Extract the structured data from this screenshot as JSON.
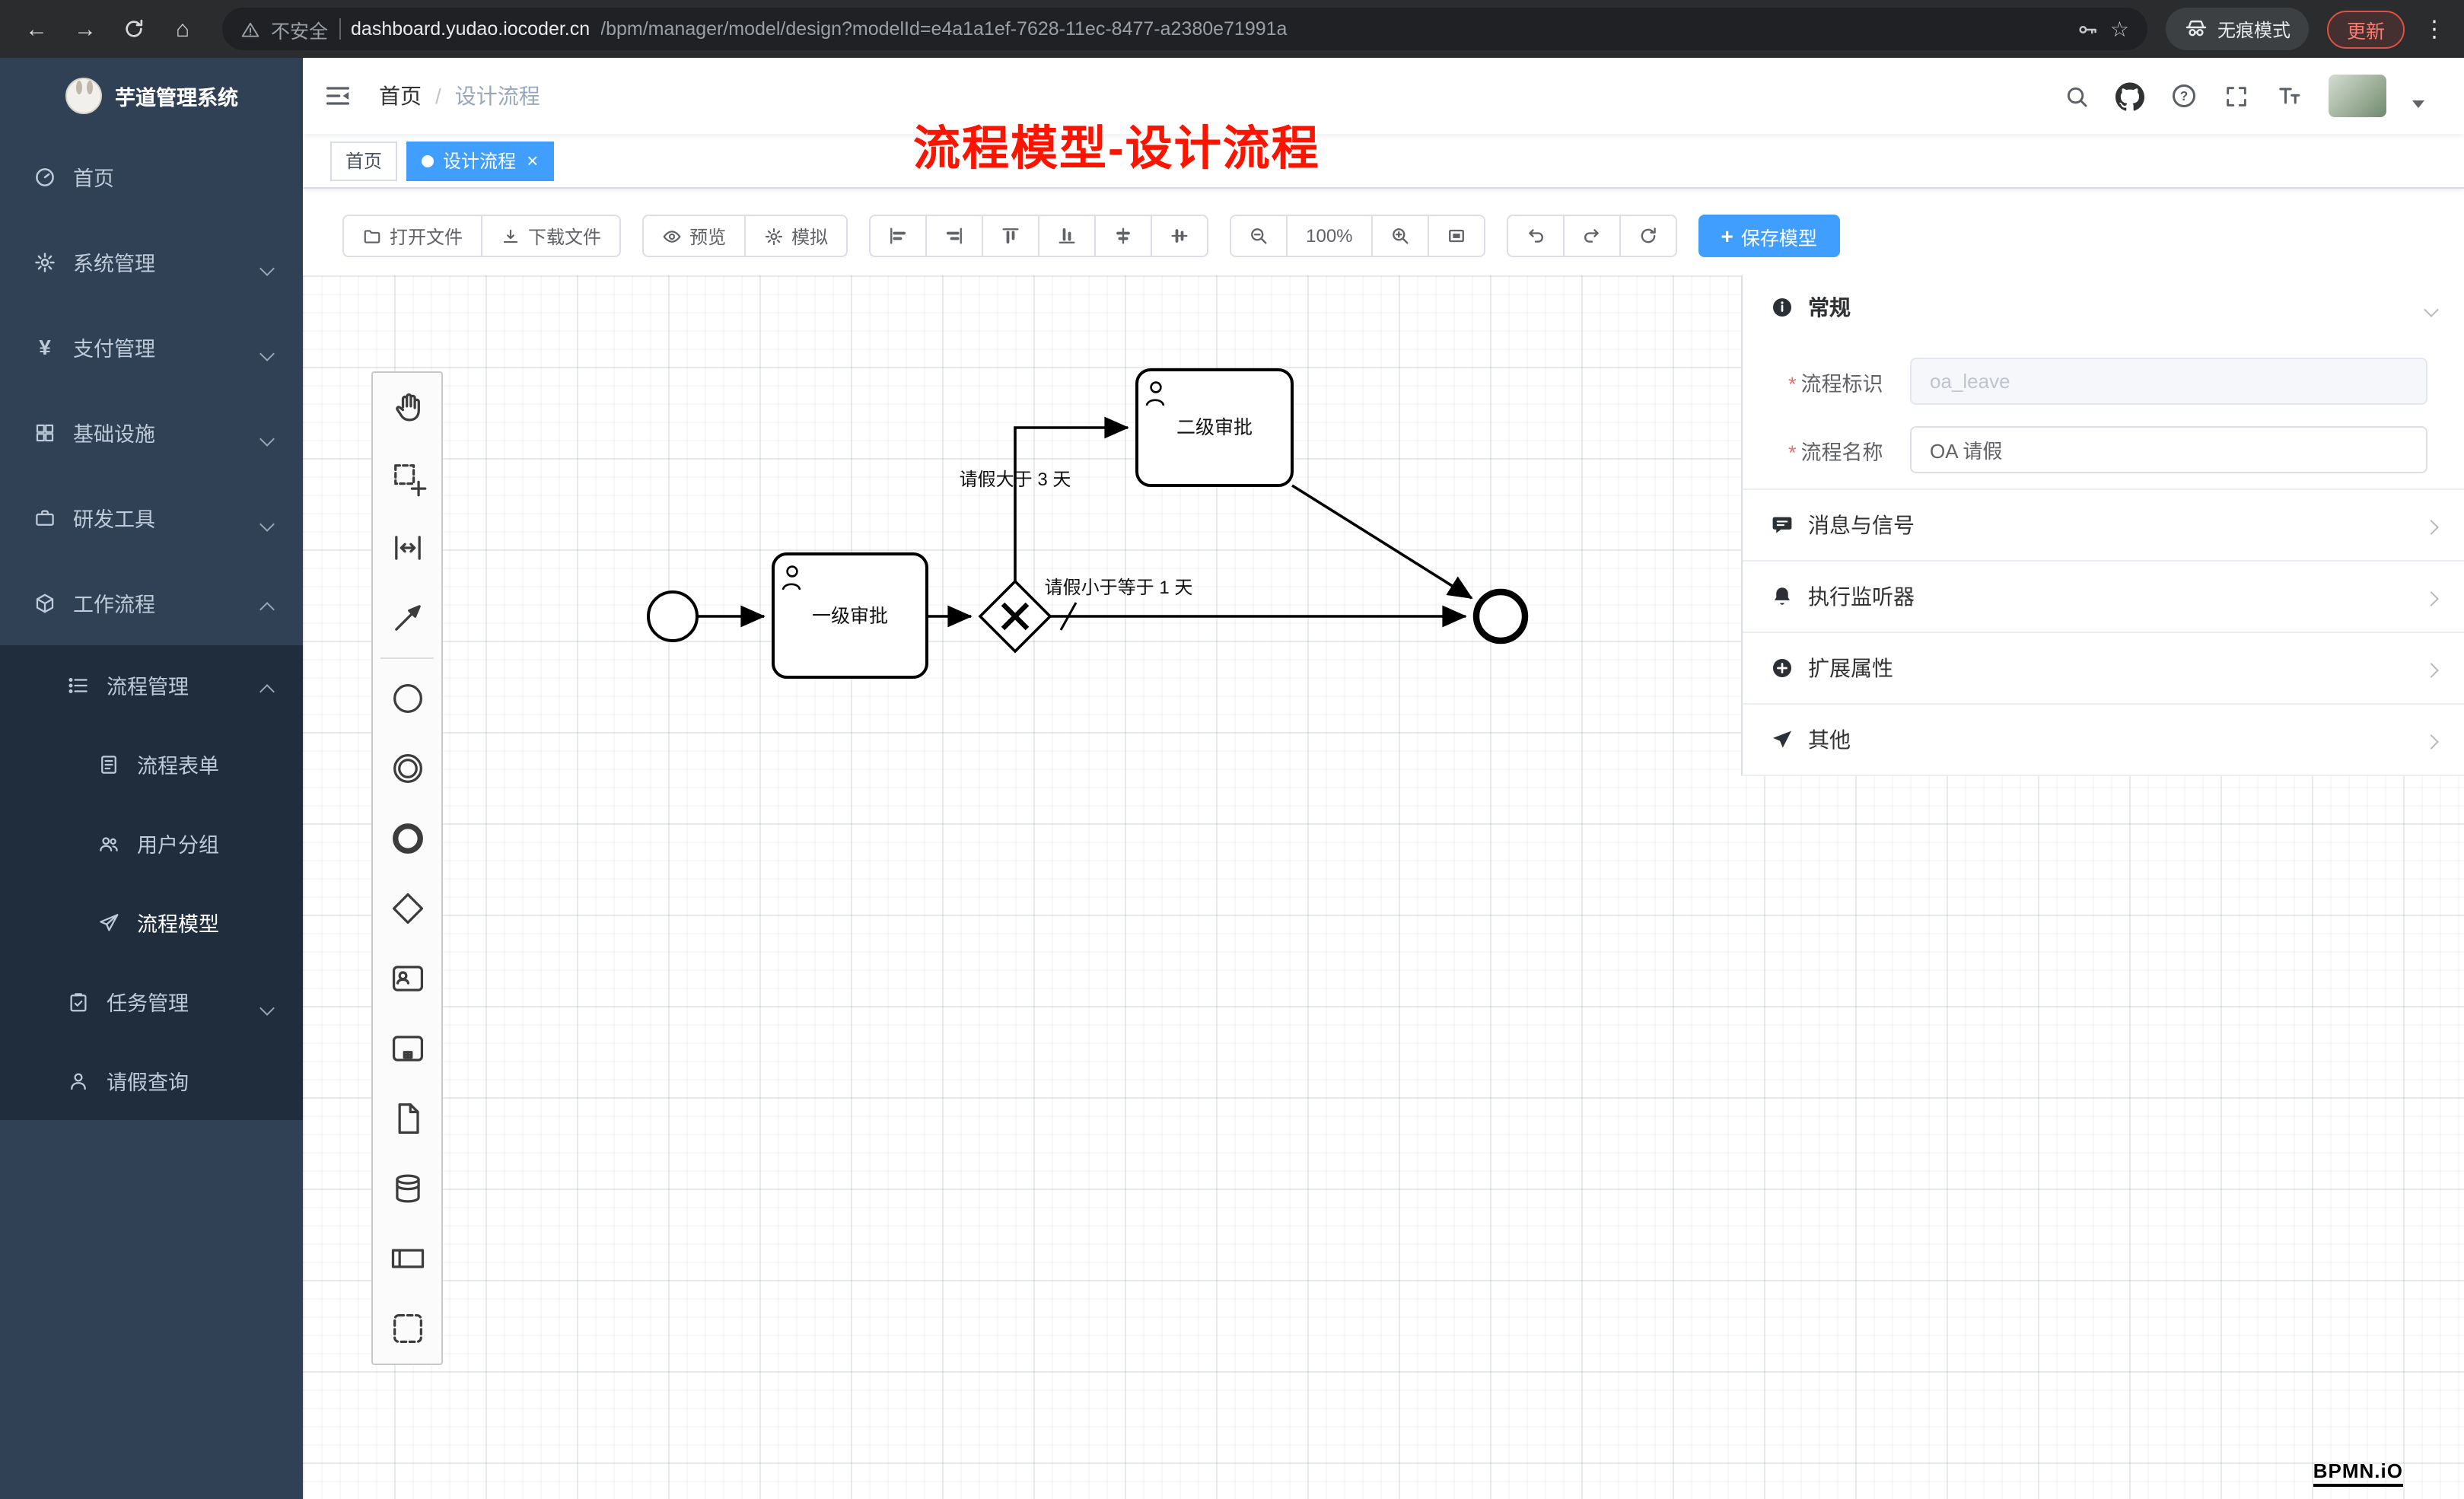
{
  "browser": {
    "security_label": "不安全",
    "url_host": "dashboard.yudao.iocoder.cn",
    "url_path": "/bpm/manager/model/design?modelId=e4a1a1ef-7628-11ec-8477-a2380e71991a",
    "incognito_label": "无痕模式",
    "update_label": "更新"
  },
  "icons": {
    "back": "←",
    "forward": "→",
    "home": "⌂",
    "star": "☆",
    "kebab": "⋮",
    "close": "×",
    "breadcrumb_separator": "/",
    "required": "*",
    "plus": "+",
    "yen": "¥",
    "names": [
      "back-icon",
      "forward-icon",
      "reload-icon",
      "home-icon",
      "warning-icon",
      "key-icon",
      "star-icon",
      "incognito-icon",
      "kebab-menu-icon",
      "hamburger-icon",
      "search-icon",
      "github-icon",
      "help-icon",
      "fullscreen-icon",
      "font-size-icon",
      "caret-down-icon",
      "dashboard-icon",
      "gear-icon",
      "yen-icon",
      "grid-icon",
      "briefcase-icon",
      "cube-icon",
      "list-icon",
      "document-icon",
      "users-icon",
      "paper-plane-icon",
      "clipboard-icon",
      "person-icon",
      "folder-icon",
      "download-icon",
      "eye-icon",
      "align-icons",
      "zoom-out-icon",
      "zoom-in-icon",
      "fit-viewport-icon",
      "undo-icon",
      "redo-icon",
      "refresh-icon",
      "hand-tool-icon",
      "lasso-tool-icon",
      "space-tool-icon",
      "connect-tool-icon",
      "start-event-icon",
      "intermediate-event-icon",
      "end-event-icon",
      "gateway-icon",
      "user-task-icon",
      "subprocess-icon",
      "data-object-icon",
      "data-store-icon",
      "pool-icon",
      "group-icon",
      "info-icon",
      "message-icon",
      "bell-icon",
      "plus-circle-icon",
      "send-icon",
      "chevron-icons"
    ]
  },
  "sidebar": {
    "title": "芋道管理系统",
    "menu": [
      {
        "label": "首页"
      },
      {
        "label": "系统管理"
      },
      {
        "label": "支付管理"
      },
      {
        "label": "基础设施"
      },
      {
        "label": "研发工具"
      },
      {
        "label": "工作流程"
      },
      {
        "label": "流程管理"
      },
      {
        "label": "流程表单"
      },
      {
        "label": "用户分组"
      },
      {
        "label": "流程模型"
      },
      {
        "label": "任务管理"
      },
      {
        "label": "请假查询"
      }
    ]
  },
  "navbar": {
    "breadcrumb": [
      "首页",
      "设计流程"
    ]
  },
  "tabs": [
    {
      "label": "首页"
    },
    {
      "label": "设计流程"
    }
  ],
  "annotation": "流程模型-设计流程",
  "toolbar": {
    "open": "打开文件",
    "download": "下载文件",
    "preview": "预览",
    "simulate": "模拟",
    "zoom_level": "100%",
    "save": "保存模型"
  },
  "diagram": {
    "task1_label": "一级审批",
    "task2_label": "二级审批",
    "flow_top_label": "请假大于 3 天",
    "flow_bottom_label": "请假小于等于 1 天"
  },
  "panel": {
    "general_title": "常规",
    "fields": [
      {
        "label": "流程标识",
        "value": "oa_leave"
      },
      {
        "label": "流程名称",
        "value": "OA 请假"
      }
    ],
    "sections": [
      {
        "label": "消息与信号"
      },
      {
        "label": "执行监听器"
      },
      {
        "label": "扩展属性"
      },
      {
        "label": "其他"
      }
    ]
  },
  "watermark": "BPMN.iO",
  "colors": {
    "primary": "#409eff",
    "sidebar_bg": "#304156",
    "submenu_bg": "#1f2d3d",
    "annotation": "#fb1500",
    "chrome_bg": "#2b2c2e"
  }
}
